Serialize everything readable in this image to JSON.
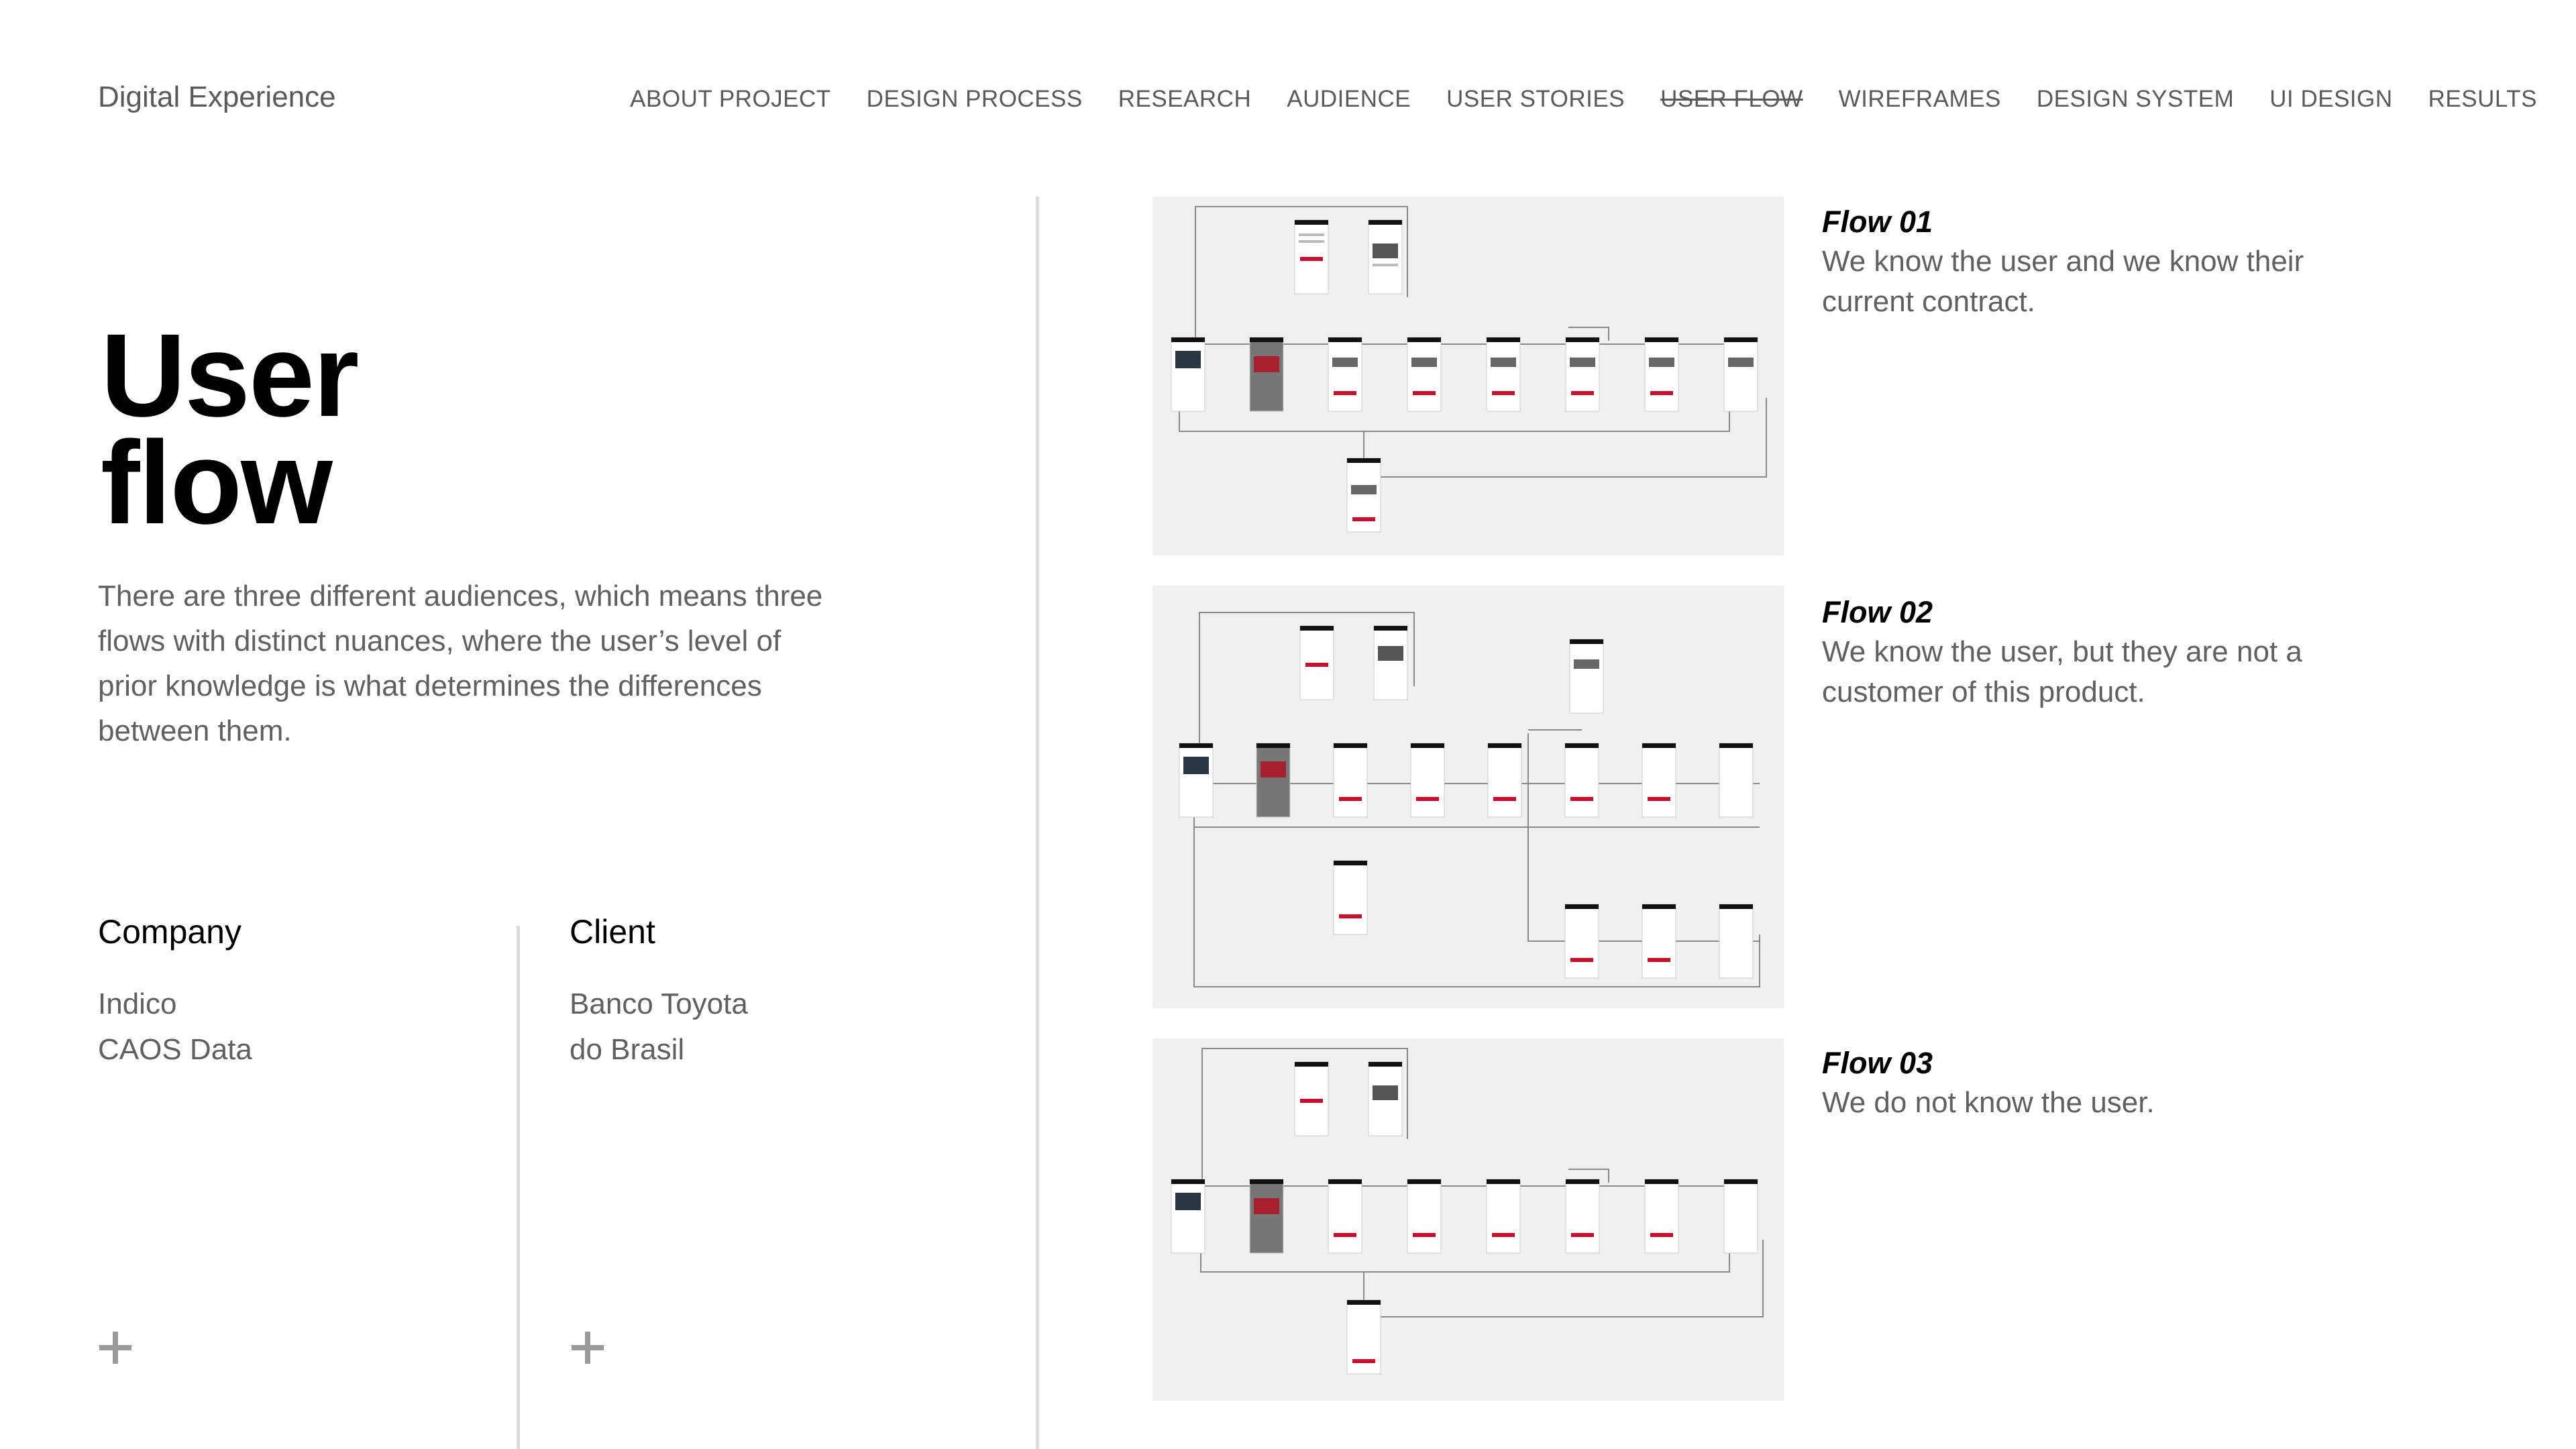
{
  "header": {
    "brand": "Digital Experience",
    "nav": [
      {
        "label": "ABOUT PROJECT",
        "active": false
      },
      {
        "label": "DESIGN PROCESS",
        "active": false
      },
      {
        "label": "RESEARCH",
        "active": false
      },
      {
        "label": "AUDIENCE",
        "active": false
      },
      {
        "label": "USER STORIES",
        "active": false
      },
      {
        "label": "USER FLOW",
        "active": true
      },
      {
        "label": "WIREFRAMES",
        "active": false
      },
      {
        "label": "DESIGN SYSTEM",
        "active": false
      },
      {
        "label": "UI DESIGN",
        "active": false
      },
      {
        "label": "RESULTS",
        "active": false
      }
    ]
  },
  "main": {
    "title_line1": "User",
    "title_line2": "flow",
    "intro": "There are three different audiences, which means three flows with distinct nuances, where the user’s level of prior knowledge is what determines the differences between them.",
    "company": {
      "title": "Company",
      "lines": [
        "Indico",
        "CAOS Data"
      ]
    },
    "client": {
      "title": "Client",
      "lines": [
        "Banco Toyota",
        "do Brasil"
      ]
    }
  },
  "flows": [
    {
      "label": "Flow 01",
      "description": "We know the user and we know their current contract."
    },
    {
      "label": "Flow 02",
      "description": "We know the user, but they are not a customer of this product."
    },
    {
      "label": "Flow 03",
      "description": "We do not know the user."
    }
  ],
  "colors": {
    "accent": "#c8102e",
    "panel": "#f0f0f0",
    "text": "#606060",
    "heading": "#000000"
  },
  "icons": {
    "expand": "plus-icon"
  }
}
